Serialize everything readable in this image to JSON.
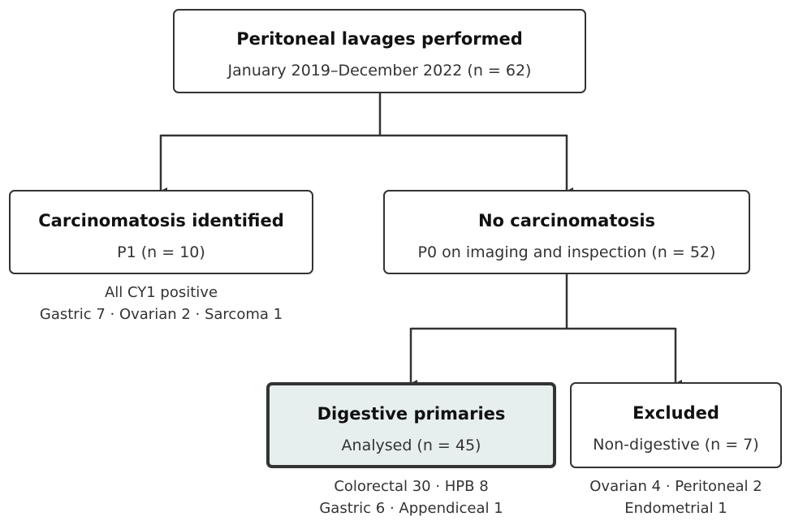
{
  "top": {
    "title": "Peritoneal lavages performed",
    "subtitle": "January 2019–December 2022 (n = 62)"
  },
  "carcinomatosis": {
    "title": "Carcinomatosis identified",
    "subtitle": "P1 (n = 10)",
    "notes": [
      "All CY1 positive",
      "Gastric 7 · Ovarian 2 · Sarcoma 1"
    ]
  },
  "no_carcinomatosis": {
    "title": "No carcinomatosis",
    "subtitle": "P0 on imaging and inspection (n = 52)"
  },
  "digestive": {
    "title": "Digestive primaries",
    "subtitle": "Analysed (n = 45)",
    "notes": [
      "Colorectal 30 · HPB 8",
      "Gastric 6 · Appendiceal 1"
    ]
  },
  "excluded": {
    "title": "Excluded",
    "subtitle": "Non-digestive (n = 7)",
    "notes": [
      "Ovarian 4 · Peritoneal 2",
      "Endometrial 1"
    ]
  },
  "colors": {
    "line": "#333333",
    "highlight_fill": "#e6efee"
  }
}
